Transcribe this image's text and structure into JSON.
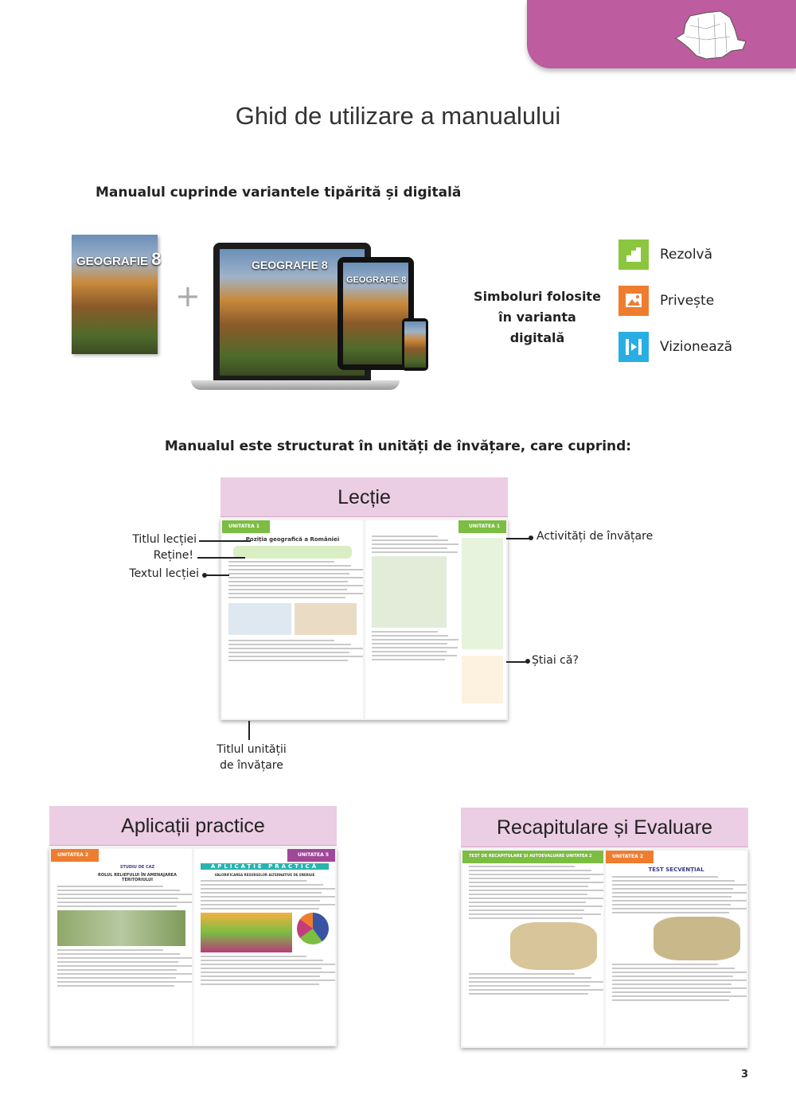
{
  "page_title": "Ghid de utilizare a manualului",
  "variants_heading": "Manualul cuprinde variantele tipărită și digitală",
  "book": {
    "brand": "GEOGRAFIE",
    "number": "8"
  },
  "plus": "+",
  "symbols": {
    "caption_line1": "Simboluri folosite",
    "caption_line2": "în varianta digitală",
    "items": [
      {
        "label": "Rezolvă",
        "icon": "stairs-icon",
        "color": "#8cc63f"
      },
      {
        "label": "Privește",
        "icon": "image-icon",
        "color": "#ee7d2f"
      },
      {
        "label": "Vizionează",
        "icon": "film-play-icon",
        "color": "#29aee3"
      }
    ]
  },
  "structure_heading": "Manualul este structurat în unități de învățare, care cuprind:",
  "lesson": {
    "title": "Lecție",
    "unit_label": "UNITATEA 1",
    "lesson_title": "Poziția geografică a României",
    "annotations": {
      "lesson_title": "Titlul lecției",
      "remember": "Reține!",
      "lesson_text": "Textul lecției",
      "activities": "Activități de învățare",
      "did_you_know": "Știai că?",
      "unit_title_1": "Titlul unității",
      "unit_title_2": "de învățare"
    }
  },
  "practical": {
    "title": "Aplicații practice",
    "left_unit": "UNITATEA 2",
    "case_study": "STUDIU DE CAZ",
    "left_heading": "ROLUL RELIEFULUI ÎN AMENAJAREA TERITORIULUI",
    "right_unit": "UNITATEA 5",
    "right_banner": "APLICAȚIE PRACTICĂ",
    "right_heading": "VALORIFICAREA RESURSELOR ALTERNATIVE DE ENERGIE"
  },
  "review": {
    "title": "Recapitulare și Evaluare",
    "left_banner": "TEST DE RECAPITULARE ȘI AUTOEVALUARE",
    "left_unit": "UNITATEA 2",
    "right_unit": "UNITATEA 2",
    "right_heading": "TEST SECVENȚIAL"
  },
  "page_number": "3",
  "colors": {
    "magenta": "#bd5c9e",
    "section_bg": "#ebcde4",
    "green": "#7cbd42",
    "orange": "#ee7d2f"
  }
}
